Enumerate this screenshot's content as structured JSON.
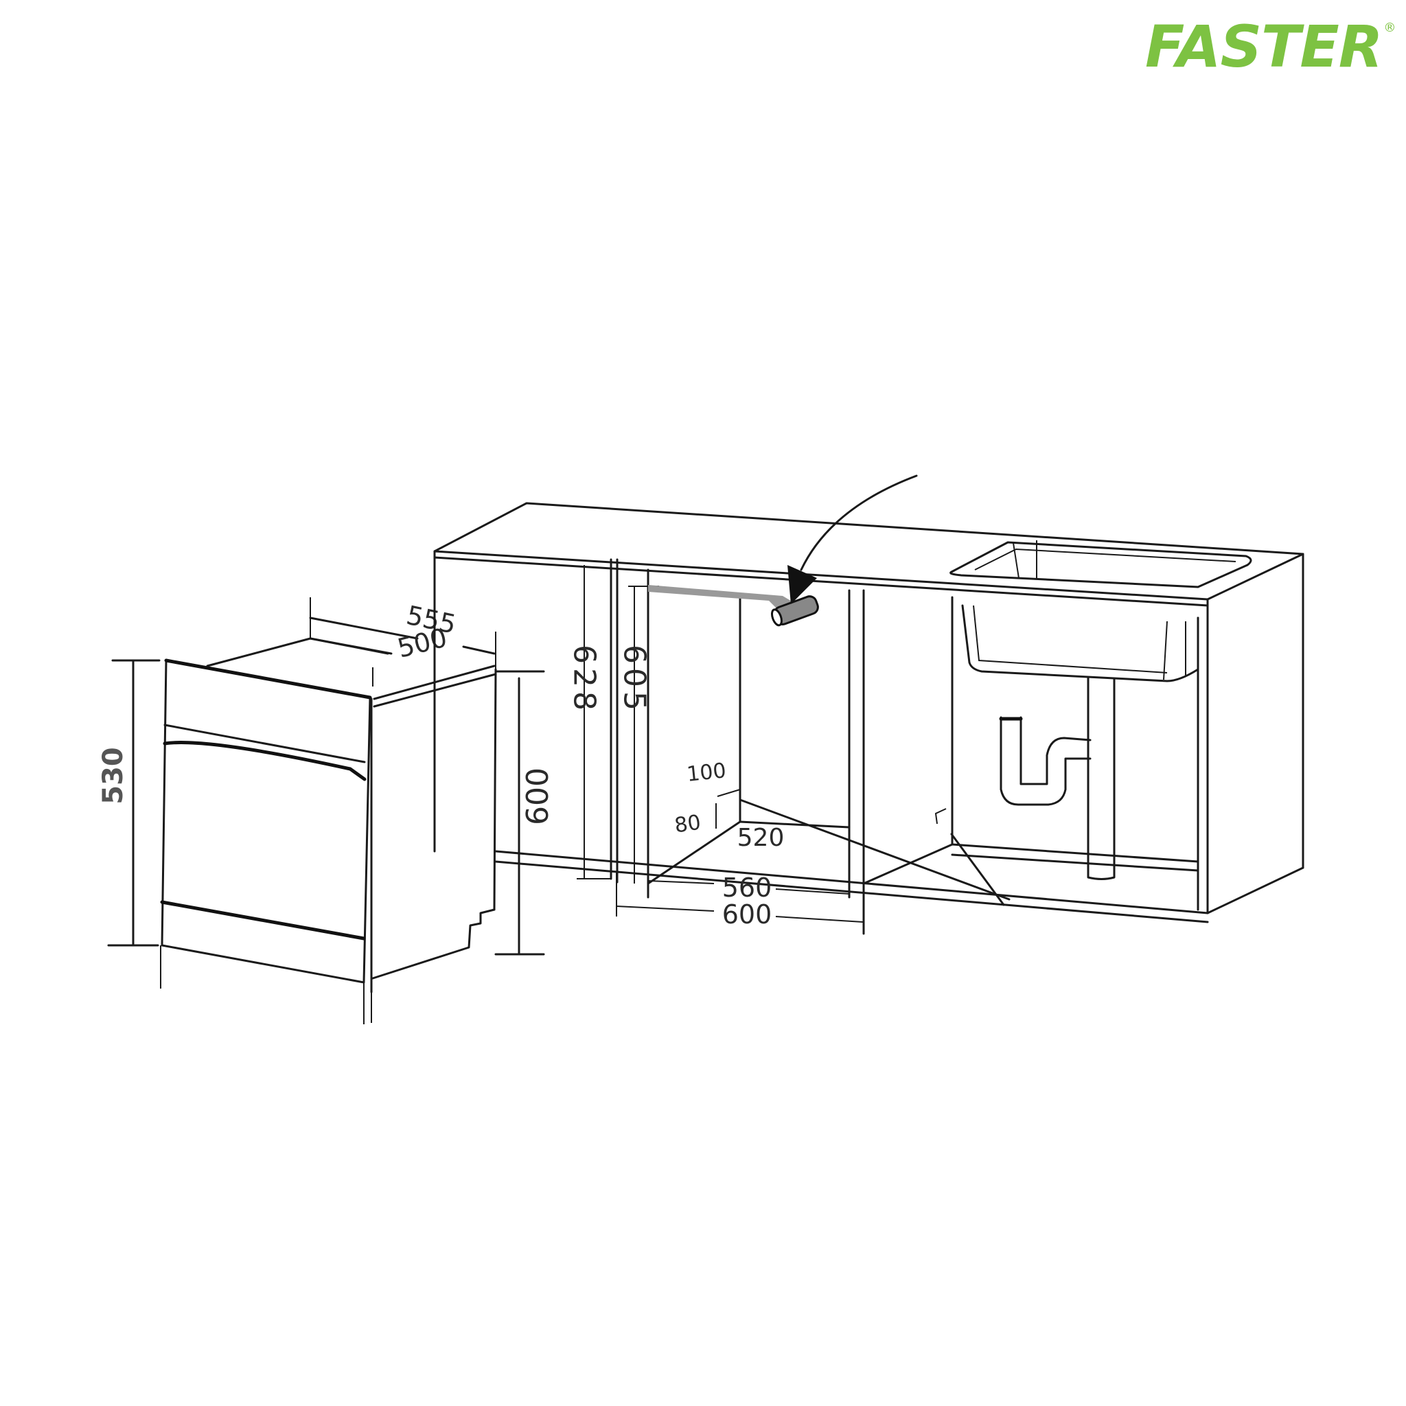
{
  "brand": {
    "name": "FASTER",
    "registered_mark": "®",
    "color": "#7dc242"
  },
  "appliance": {
    "description": "built-in dishwasher",
    "dimensions": {
      "height": "530",
      "depth_total": "555",
      "depth_body": "500",
      "height_with_base": "600"
    }
  },
  "cabinet": {
    "description": "kitchen cabinet niche with sink",
    "dimensions": {
      "panel_height": "628",
      "niche_height": "605",
      "niche_inner_width": "560",
      "niche_outer_width": "600",
      "niche_depth": "520",
      "hose_offset_a": "100",
      "hose_offset_b": "80"
    }
  },
  "colors": {
    "line": "#1a1a1a",
    "hose": "#888888",
    "background": "#ffffff"
  }
}
